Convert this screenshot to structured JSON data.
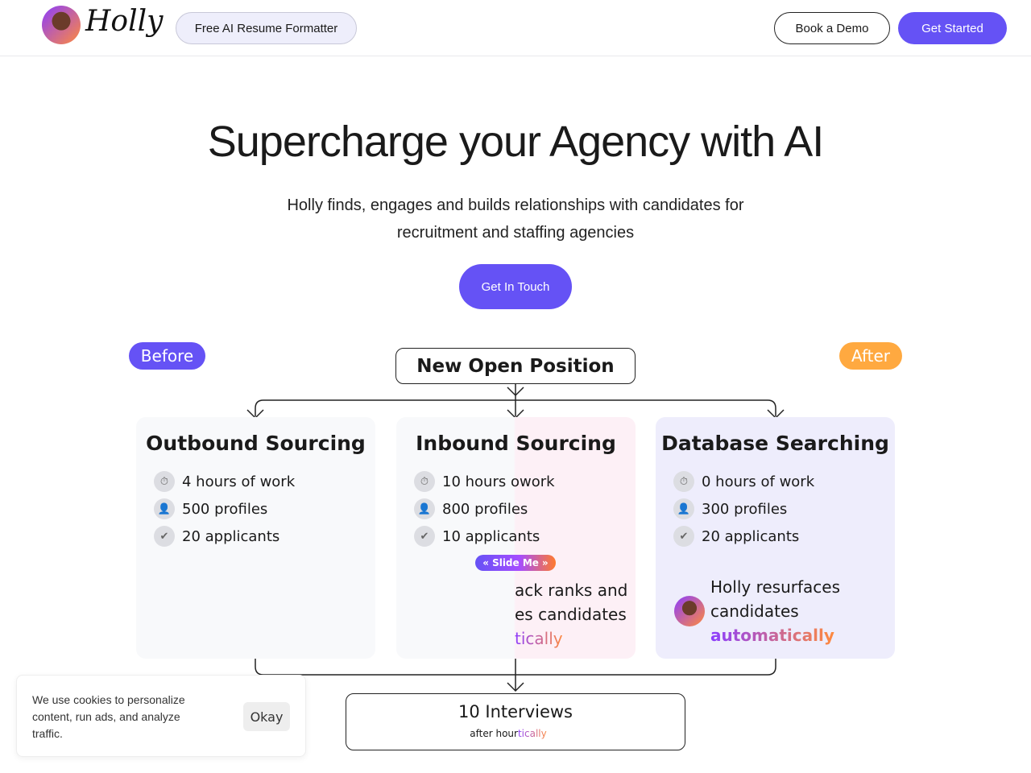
{
  "header": {
    "logo": "Holly",
    "resume_formatter": "Free AI Resume Formatter",
    "book_demo": "Book a Demo",
    "get_started": "Get Started"
  },
  "hero": {
    "title": "Supercharge your Agency with AI",
    "subtitle_line1": "Holly finds, engages and builds relationships with candidates for",
    "subtitle_line2": "recruitment and staffing agencies",
    "cta": "Get In Touch"
  },
  "diagram": {
    "before": "Before",
    "after": "After",
    "top_box": "New Open Position",
    "cards": [
      {
        "title": "Outbound Sourcing",
        "items": [
          "4 hours of work",
          "500 profiles",
          "20 applicants"
        ]
      },
      {
        "title": "Inbound Sourcing",
        "items": [
          "10 hours owork",
          "800 profiles",
          "10 applicants"
        ],
        "slider": "Slide Me",
        "reveal_line1": "ack ranks and",
        "reveal_line2": "es candidates",
        "reveal_line3": "tically"
      },
      {
        "title": "Database Searching",
        "items": [
          "0 hours of work",
          "300 profiles",
          "20 applicants"
        ],
        "line1": "Holly resurfaces",
        "line2": "candidates",
        "line3": "automatically"
      }
    ],
    "bottom_title": "10 Interviews",
    "bottom_sub_a": "after hour",
    "bottom_sub_b": "tically"
  },
  "colors": {
    "accent": "#6552f5",
    "after": "#ffa940"
  },
  "cookie": {
    "text": "We use cookies to personalize content, run ads, and analyze traffic.",
    "okay": "Okay"
  }
}
